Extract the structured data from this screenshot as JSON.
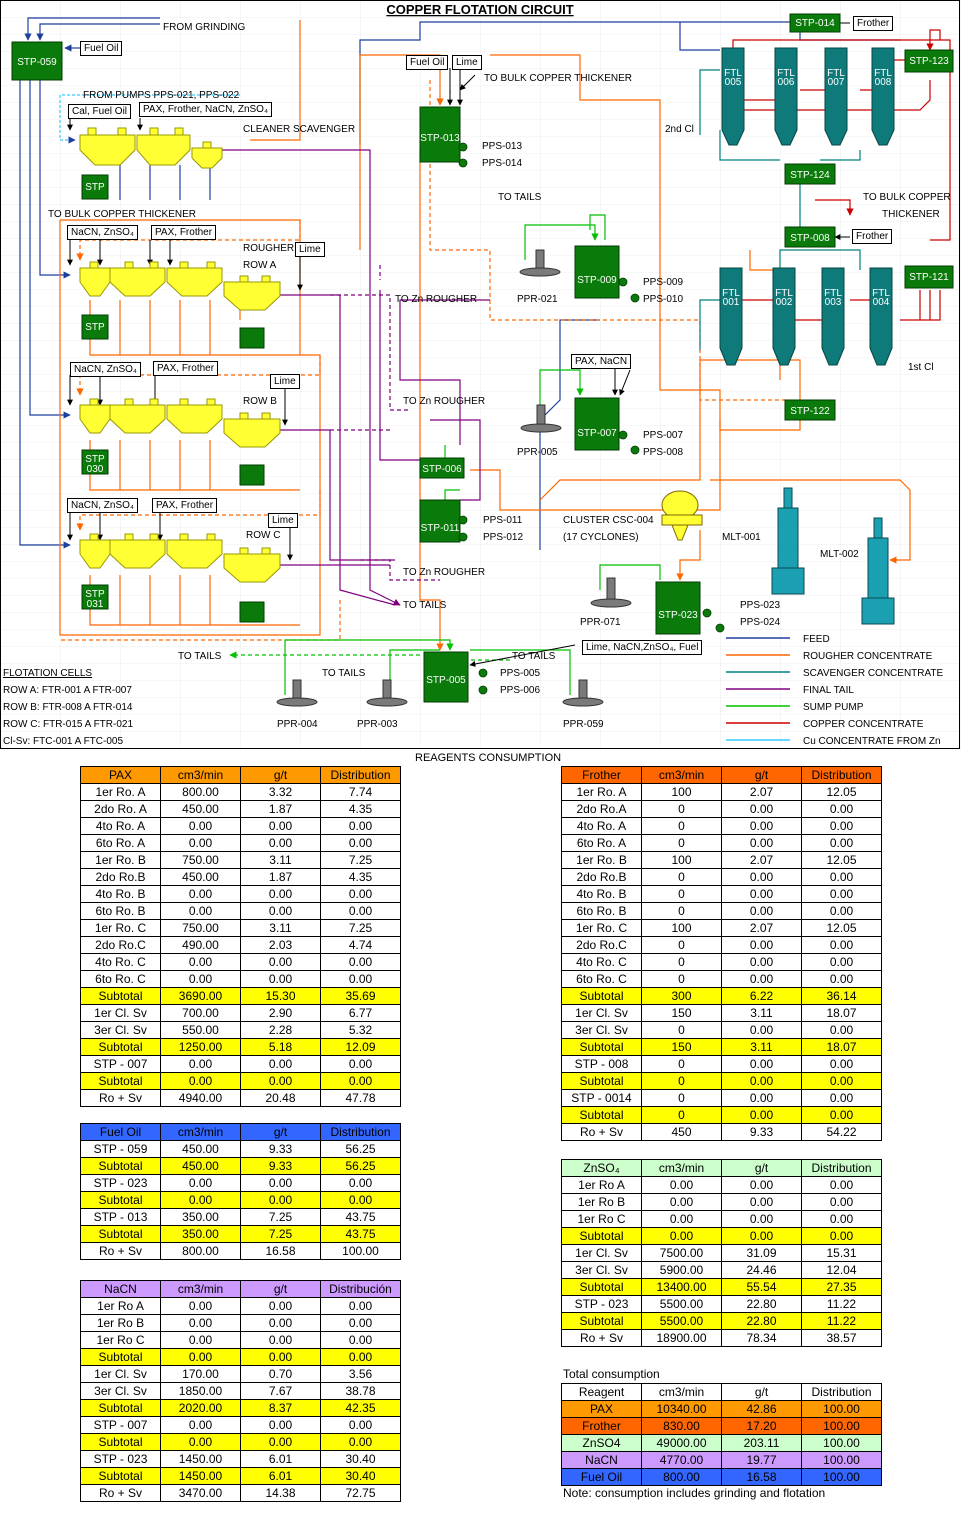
{
  "title": "COPPER FLOTATION CIRCUIT",
  "diagram": {
    "labels": {
      "from_grinding": "FROM GRINDING",
      "fuel_oil": "Fuel Oil",
      "from_pumps": "FROM PUMPS PPS-021, PPS-022",
      "cal_fuel": "Cal, Fuel Oil",
      "pax_frother_nacn": "PAX, Frother, NaCN, ZnSO₄",
      "cleaner_scavenger": "CLEANER SCAVENGER",
      "to_bulk_thickener_left": "TO BULK COPPER THICKENER",
      "nacn_znso_a": "NaCN, ZnSO₄",
      "pax_frother_a": "PAX, Frother",
      "rougher": "ROUGHER",
      "row_a": "ROW A",
      "lime_a": "Lime",
      "to_zn_rougher_1": "TO Zn ROUGHER",
      "nacn_znso_b": "NaCN, ZnSO₄",
      "pax_frother_b": "PAX, Frother",
      "lime_b": "Lime",
      "row_b": "ROW B",
      "to_zn_rougher_2": "TO Zn ROUGHER",
      "nacn_znso_c": "NaCN, ZnSO₄",
      "pax_frother_c": "PAX, Frother",
      "lime_c": "Lime",
      "row_c": "ROW C",
      "to_zn_rougher_3": "TO Zn ROUGHER",
      "to_tails_mid": "TO TAILS",
      "fuel_oil_top": "Fuel Oil",
      "lime_top": "Lime",
      "to_bulk_top": "TO BULK COPPER THICKENER",
      "pps013": "PPS-013",
      "pps014": "PPS-014",
      "to_tails_top": "TO TAILS",
      "ppr021": "PPR-021",
      "pps009": "PPS-009",
      "pps010": "PPS-010",
      "pax_nacn": "PAX, NaCN",
      "ppr005": "PPR-005",
      "pps007": "PPS-007",
      "pps008": "PPS-008",
      "pps011": "PPS-011",
      "pps012": "PPS-012",
      "cluster": "CLUSTER CSC-004",
      "cyclones": "(17 CYCLONES)",
      "mlt001": "MLT-001",
      "mlt002": "MLT-002",
      "ppr071": "PPR-071",
      "pps023": "PPS-023",
      "pps024": "PPS-024",
      "lime_mix": "Lime, NaCN,ZnSO₄, Fuel",
      "frother_top": "Frother",
      "frother_mid": "Frother",
      "cl2": "2nd Cl",
      "cl1": "1st Cl",
      "to_bulk_right_1": "TO  BULK COPPER",
      "to_bulk_right_2": "THICKENER",
      "to_tails_bl": "TO TAILS",
      "to_tails_b2": "TO TAILS",
      "to_tails_b3": "TO TAILS",
      "pps005": "PPS-005",
      "pps006": "PPS-006",
      "ppr004": "PPR-004",
      "ppr003": "PPR-003",
      "ppr059": "PPR-059",
      "flotation_cells": "FLOTATION CELLS",
      "row_a_cells": "ROW A: FTR-001 A FTR-007",
      "row_b_cells": "ROW B: FTR-008 A FTR-014",
      "row_c_cells": "ROW C: FTR-015 A FTR-021",
      "cl_sv_cells": "Cl-Sv: FTC-001 A FTC-005"
    },
    "stp": {
      "s059": "STP-059",
      "s014": "STP-014",
      "s123": "STP-123",
      "s013": "STP-013",
      "s124": "STP-124",
      "s008": "STP-008",
      "s121": "STP-121",
      "s009": "STP-009",
      "s122": "STP-122",
      "s007": "STP-007",
      "s006": "STP-006",
      "s011": "STP-011",
      "s023": "STP-023",
      "s005": "STP-005",
      "sa": "STP",
      "sb": "STP",
      "s030": "STP\n030",
      "s031": "STP\n031"
    },
    "ftl": [
      "FTL\n005",
      "FTL\n006",
      "FTL\n007",
      "FTL\n008",
      "FTL\n001",
      "FTL\n002",
      "FTL\n003",
      "FTL\n004"
    ],
    "legend": [
      {
        "label": "FEED",
        "color": "#1f3f9f"
      },
      {
        "label": "ROUGHER CONCENTRATE",
        "color": "#ff6600"
      },
      {
        "label": "SCAVENGER CONCENTRATE",
        "color": "#008080"
      },
      {
        "label": "FINAL TAIL",
        "color": "#800080"
      },
      {
        "label": "SUMP PUMP",
        "color": "#00c000"
      },
      {
        "label": "COPPER CONCENTRATE",
        "color": "#cc0000"
      },
      {
        "label": "Cu CONCENTRATE FROM Zn",
        "color": "#33ccff"
      }
    ]
  },
  "reagents_title": "REAGENTS CONSUMPTION",
  "pax": {
    "header": [
      "PAX",
      "cm3/min",
      "g/t",
      "Distribution"
    ],
    "rows": [
      [
        "1er Ro. A",
        "800.00",
        "3.32",
        "7.74"
      ],
      [
        "2do Ro. A",
        "450.00",
        "1.87",
        "4.35"
      ],
      [
        "4to Ro. A",
        "0.00",
        "0.00",
        "0.00"
      ],
      [
        "6to Ro. A",
        "0.00",
        "0.00",
        "0.00"
      ],
      [
        "1er Ro. B",
        "750.00",
        "3.11",
        "7.25"
      ],
      [
        "2do Ro.B",
        "450.00",
        "1.87",
        "4.35"
      ],
      [
        "4to Ro. B",
        "0.00",
        "0.00",
        "0.00"
      ],
      [
        "6to Ro. B",
        "0.00",
        "0.00",
        "0.00"
      ],
      [
        "1er Ro. C",
        "750.00",
        "3.11",
        "7.25"
      ],
      [
        "2do Ro.C",
        "490.00",
        "2.03",
        "4.74"
      ],
      [
        "4to Ro. C",
        "0.00",
        "0.00",
        "0.00"
      ],
      [
        "6to Ro. C",
        "0.00",
        "0.00",
        "0.00"
      ],
      [
        "Subtotal",
        "3690.00",
        "15.30",
        "35.69"
      ],
      [
        "1er Cl. Sv",
        "700.00",
        "2.90",
        "6.77"
      ],
      [
        "3er Cl. Sv",
        "550.00",
        "2.28",
        "5.32"
      ],
      [
        "Subtotal",
        "1250.00",
        "5.18",
        "12.09"
      ],
      [
        "STP - 007",
        "0.00",
        "0.00",
        "0.00"
      ],
      [
        "Subtotal",
        "0.00",
        "0.00",
        "0.00"
      ],
      [
        "Ro + Sv",
        "4940.00",
        "20.48",
        "47.78"
      ]
    ]
  },
  "fuel": {
    "header": [
      "Fuel Oil",
      "cm3/min",
      "g/t",
      "Distribution"
    ],
    "rows": [
      [
        "STP - 059",
        "450.00",
        "9.33",
        "56.25"
      ],
      [
        "Subtotal",
        "450.00",
        "9.33",
        "56.25"
      ],
      [
        "STP - 023",
        "0.00",
        "0.00",
        "0.00"
      ],
      [
        "Subtotal",
        "0.00",
        "0.00",
        "0.00"
      ],
      [
        "STP - 013",
        "350.00",
        "7.25",
        "43.75"
      ],
      [
        "Subtotal",
        "350.00",
        "7.25",
        "43.75"
      ],
      [
        "Ro + Sv",
        "800.00",
        "16.58",
        "100.00"
      ]
    ]
  },
  "nacn": {
    "header": [
      "NaCN",
      "cm3/min",
      "g/t",
      "Distribución"
    ],
    "rows": [
      [
        "1er Ro A",
        "0.00",
        "0.00",
        "0.00"
      ],
      [
        "1er Ro B",
        "0.00",
        "0.00",
        "0.00"
      ],
      [
        "1er Ro C",
        "0.00",
        "0.00",
        "0.00"
      ],
      [
        "Subtotal",
        "0.00",
        "0.00",
        "0.00"
      ],
      [
        "1er Cl. Sv",
        "170.00",
        "0.70",
        "3.56"
      ],
      [
        "3er Cl. Sv",
        "1850.00",
        "7.67",
        "38.78"
      ],
      [
        "Subtotal",
        "2020.00",
        "8.37",
        "42.35"
      ],
      [
        "STP - 007",
        "0.00",
        "0.00",
        "0.00"
      ],
      [
        "Subtotal",
        "0.00",
        "0.00",
        "0.00"
      ],
      [
        "STP - 023",
        "1450.00",
        "6.01",
        "30.40"
      ],
      [
        "Subtotal",
        "1450.00",
        "6.01",
        "30.40"
      ],
      [
        "Ro + Sv",
        "3470.00",
        "14.38",
        "72.75"
      ]
    ]
  },
  "frother": {
    "header": [
      "Frother",
      "cm3/min",
      "g/t",
      "Distribution"
    ],
    "rows": [
      [
        "1er Ro. A",
        "100",
        "2.07",
        "12.05"
      ],
      [
        "2do Ro.A",
        "0",
        "0.00",
        "0.00"
      ],
      [
        "4to Ro. A",
        "0",
        "0.00",
        "0.00"
      ],
      [
        "6to Ro. A",
        "0",
        "0.00",
        "0.00"
      ],
      [
        "1er Ro. B",
        "100",
        "2.07",
        "12.05"
      ],
      [
        "2do Ro.B",
        "0",
        "0.00",
        "0.00"
      ],
      [
        "4to Ro. B",
        "0",
        "0.00",
        "0.00"
      ],
      [
        "6to Ro. B",
        "0",
        "0.00",
        "0.00"
      ],
      [
        "1er Ro. C",
        "100",
        "2.07",
        "12.05"
      ],
      [
        "2do Ro.C",
        "0",
        "0.00",
        "0.00"
      ],
      [
        "4to Ro. C",
        "0",
        "0.00",
        "0.00"
      ],
      [
        "6to Ro. C",
        "0",
        "0.00",
        "0.00"
      ],
      [
        "Subtotal",
        "300",
        "6.22",
        "36.14"
      ],
      [
        "1er Cl. Sv",
        "150",
        "3.11",
        "18.07"
      ],
      [
        "3er Cl. Sv",
        "0",
        "0.00",
        "0.00"
      ],
      [
        "Subtotal",
        "150",
        "3.11",
        "18.07"
      ],
      [
        "STP - 008",
        "0",
        "0.00",
        "0.00"
      ],
      [
        "Subtotal",
        "0",
        "0.00",
        "0.00"
      ],
      [
        "STP - 0014",
        "0",
        "0.00",
        "0.00"
      ],
      [
        "Subtotal",
        "0",
        "0.00",
        "0.00"
      ],
      [
        "Ro + Sv",
        "450",
        "9.33",
        "54.22"
      ]
    ]
  },
  "znso": {
    "header": [
      "ZnSO₄",
      "cm3/min",
      "g/t",
      "Distribution"
    ],
    "rows": [
      [
        "1er Ro A",
        "0.00",
        "0.00",
        "0.00"
      ],
      [
        "1er Ro B",
        "0.00",
        "0.00",
        "0.00"
      ],
      [
        "1er Ro C",
        "0.00",
        "0.00",
        "0.00"
      ],
      [
        "Subtotal",
        "0.00",
        "0.00",
        "0.00"
      ],
      [
        "1er Cl. Sv",
        "7500.00",
        "31.09",
        "15.31"
      ],
      [
        "3er Cl. Sv",
        "5900.00",
        "24.46",
        "12.04"
      ],
      [
        "Subtotal",
        "13400.00",
        "55.54",
        "27.35"
      ],
      [
        "STP - 023",
        "5500.00",
        "22.80",
        "11.22"
      ],
      [
        "Subtotal",
        "5500.00",
        "22.80",
        "11.22"
      ],
      [
        "Ro + Sv",
        "18900.00",
        "78.34",
        "38.57"
      ]
    ]
  },
  "total": {
    "title": "Total consumption",
    "header": [
      "Reagent",
      "cm3/min",
      "g/t",
      "Distribution"
    ],
    "rows": [
      [
        "PAX",
        "10340.00",
        "42.86",
        "100.00"
      ],
      [
        "Frother",
        "830.00",
        "17.20",
        "100.00"
      ],
      [
        "ZnSO4",
        "49000.00",
        "203.11",
        "100.00"
      ],
      [
        "NaCN",
        "4770.00",
        "19.77",
        "100.00"
      ],
      [
        "Fuel Oil",
        "800.00",
        "16.58",
        "100.00"
      ]
    ],
    "note": "Note: consumption includes grinding and flotation"
  }
}
